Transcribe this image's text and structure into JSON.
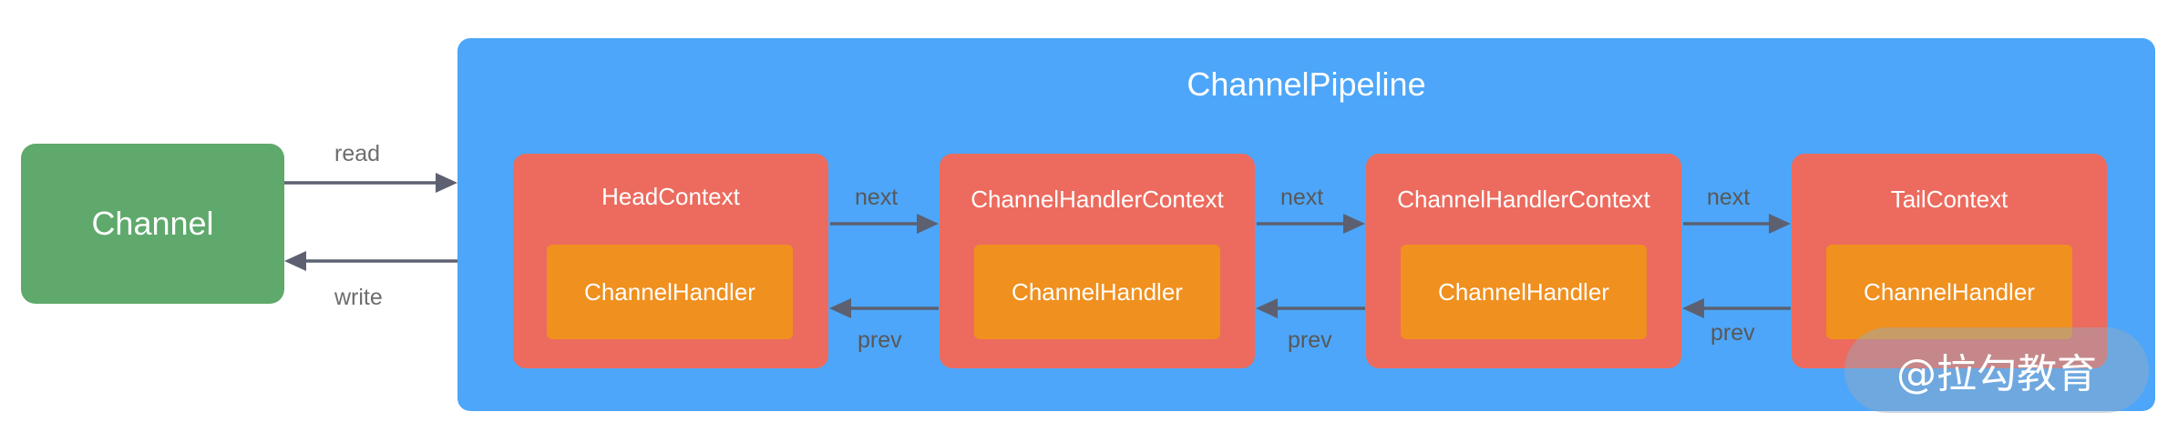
{
  "channel": {
    "label": "Channel"
  },
  "pipeline": {
    "title": "ChannelPipeline"
  },
  "contexts": [
    {
      "title": "HeadContext",
      "handler": "ChannelHandler"
    },
    {
      "title": "ChannelHandlerContext",
      "handler": "ChannelHandler"
    },
    {
      "title": "ChannelHandlerContext",
      "handler": "ChannelHandler"
    },
    {
      "title": "TailContext",
      "handler": "ChannelHandler"
    }
  ],
  "edges": {
    "read": "read",
    "write": "write",
    "next": [
      "next",
      "next",
      "next"
    ],
    "prev": [
      "prev",
      "prev",
      "prev"
    ]
  },
  "watermark": "@拉勾教育",
  "colors": {
    "channel": "#5ea96b",
    "pipeline": "#4da6f9",
    "context": "#ec6b5e",
    "handler": "#f0901f",
    "arrow": "#5c6070"
  }
}
